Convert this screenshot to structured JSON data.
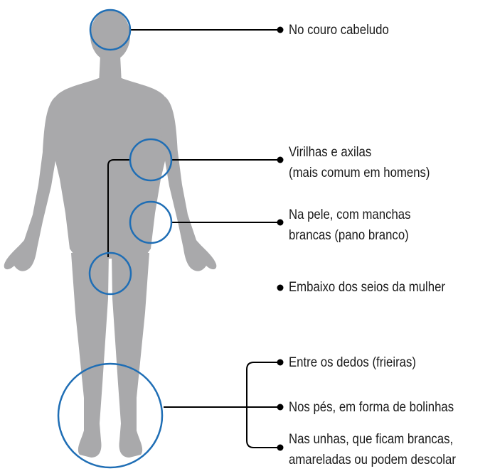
{
  "figure": {
    "body_color": "#a9a9ab",
    "marker_color": "#1f6eb5",
    "line_color": "#000000"
  },
  "labels": [
    {
      "id": "scalp",
      "lines": [
        "No couro cabeludo"
      ]
    },
    {
      "id": "groin-armpits",
      "lines": [
        "Virilhas e axilas",
        "(mais comum em homens)"
      ]
    },
    {
      "id": "skin-patches",
      "lines": [
        "Na pele, com manchas",
        "brancas (pano branco)"
      ]
    },
    {
      "id": "under-breasts",
      "lines": [
        "Embaixo dos seios da mulher"
      ]
    },
    {
      "id": "between-toes",
      "lines": [
        "Entre os dedos (frieiras)"
      ]
    },
    {
      "id": "feet-dots",
      "lines": [
        "Nos pés, em forma de bolinhas"
      ]
    },
    {
      "id": "nails",
      "lines": [
        "Nas unhas, que ficam brancas,",
        "amareladas ou podem descolar"
      ]
    }
  ]
}
